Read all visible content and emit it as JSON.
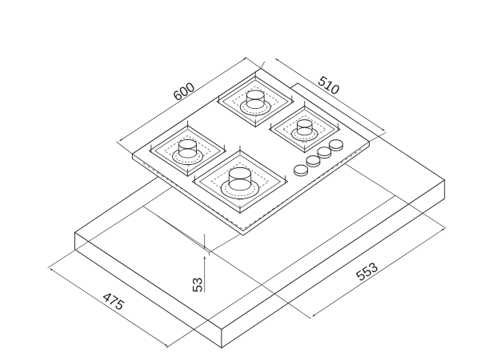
{
  "dimensions": {
    "hob_width": "600",
    "hob_depth": "510",
    "cutout_width": "553",
    "cutout_depth": "475",
    "cutout_height": "53"
  },
  "burners": [
    "rear-left",
    "rear-right",
    "front-left",
    "front-center"
  ],
  "knob_count": 4,
  "line_color": "#222222"
}
